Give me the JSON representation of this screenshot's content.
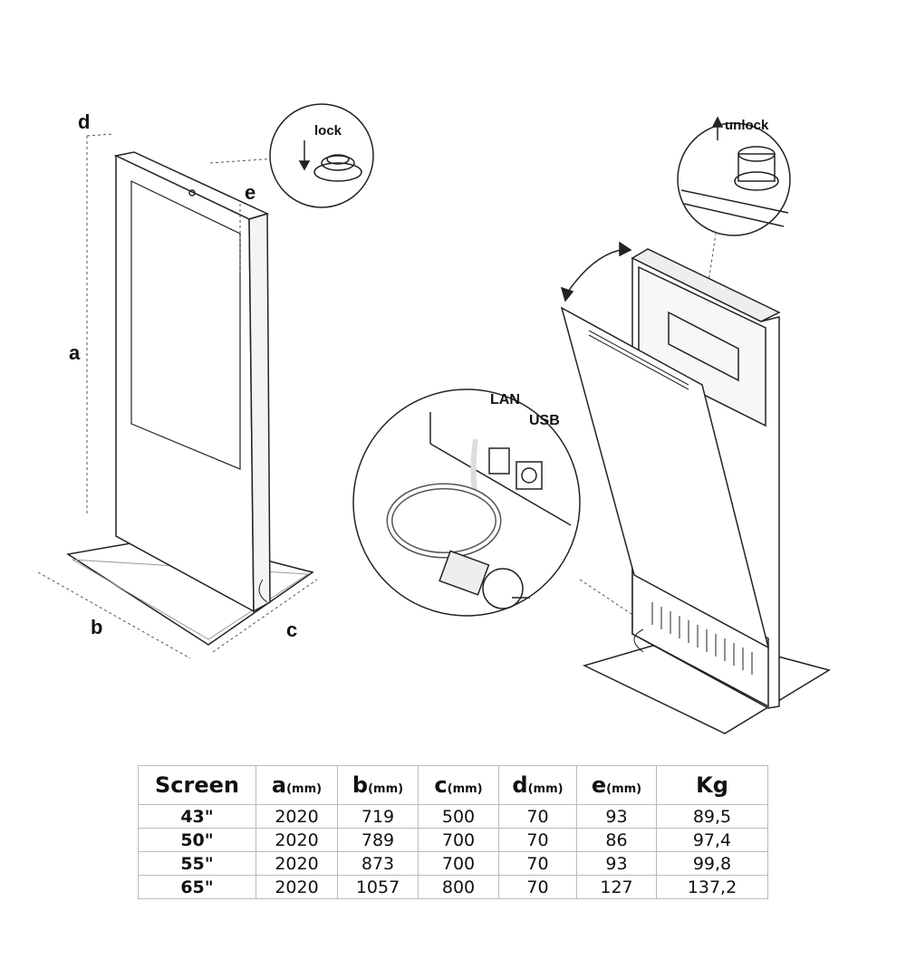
{
  "labels": {
    "a": "a",
    "b": "b",
    "c": "c",
    "d": "d",
    "e": "e",
    "lock": "lock",
    "unlock": "unlock",
    "lan": "LAN",
    "usb": "USB"
  },
  "table": {
    "headers": [
      {
        "letter": "Screen",
        "unit": ""
      },
      {
        "letter": "a",
        "unit": "(mm)"
      },
      {
        "letter": "b",
        "unit": "(mm)"
      },
      {
        "letter": "c",
        "unit": "(mm)"
      },
      {
        "letter": "d",
        "unit": "(mm)"
      },
      {
        "letter": "e",
        "unit": "(mm)"
      },
      {
        "letter": "Kg",
        "unit": ""
      }
    ],
    "rows": [
      [
        "43\"",
        "2020",
        "719",
        "500",
        "70",
        "93",
        "89,5"
      ],
      [
        "50\"",
        "2020",
        "789",
        "700",
        "70",
        "86",
        "97,4"
      ],
      [
        "55\"",
        "2020",
        "873",
        "700",
        "70",
        "93",
        "99,8"
      ],
      [
        "65\"",
        "2020",
        "1057",
        "800",
        "70",
        "127",
        "137,2"
      ]
    ]
  }
}
